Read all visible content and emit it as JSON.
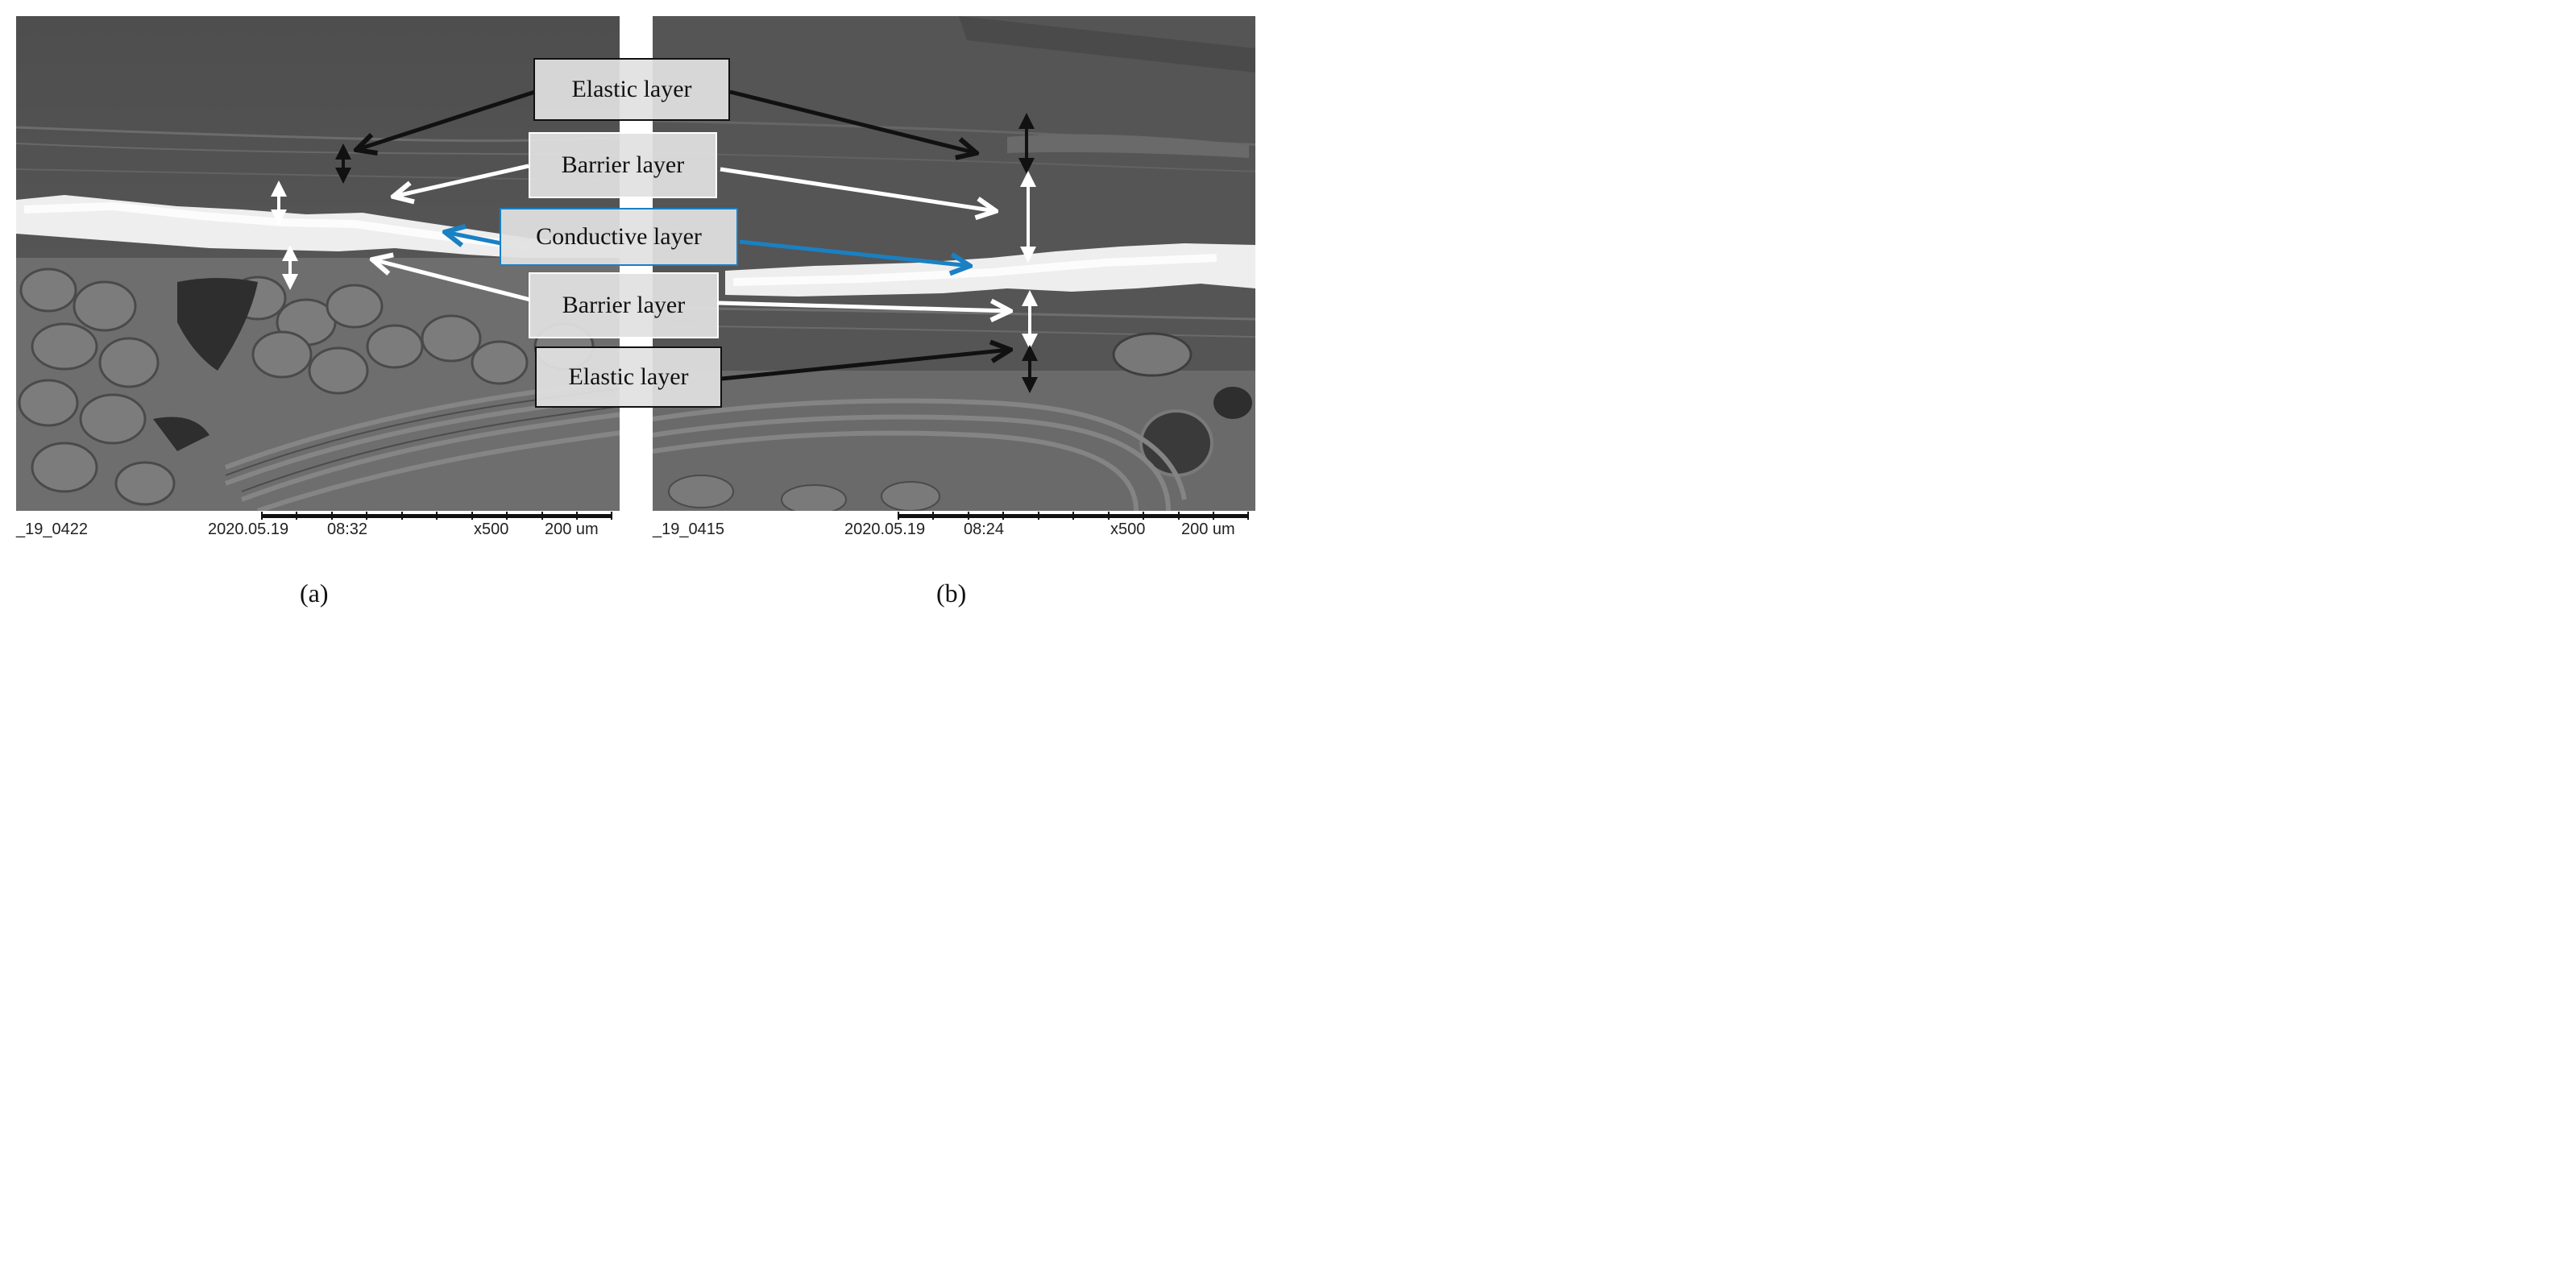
{
  "panel_a": {
    "image_code": "_19_0422",
    "date": "2020.05.19",
    "time": "08:32",
    "magnification": "x500",
    "scale": "200 um",
    "caption": "(a)"
  },
  "panel_b": {
    "image_code": "_19_0415",
    "date": "2020.05.19",
    "time": "08:24",
    "magnification": "x500",
    "scale": "200 um",
    "caption": "(b)"
  },
  "labels": {
    "elastic_top": "Elastic layer",
    "barrier_top": "Barrier layer",
    "conductive": "Conductive layer",
    "barrier_bottom": "Barrier layer",
    "elastic_bottom": "Elastic layer"
  },
  "colors": {
    "elastic_arrow": "#111111",
    "barrier_arrow": "#ffffff",
    "conductive_arrow": "#1a80c4",
    "sem_background": "#5a5a5a"
  }
}
